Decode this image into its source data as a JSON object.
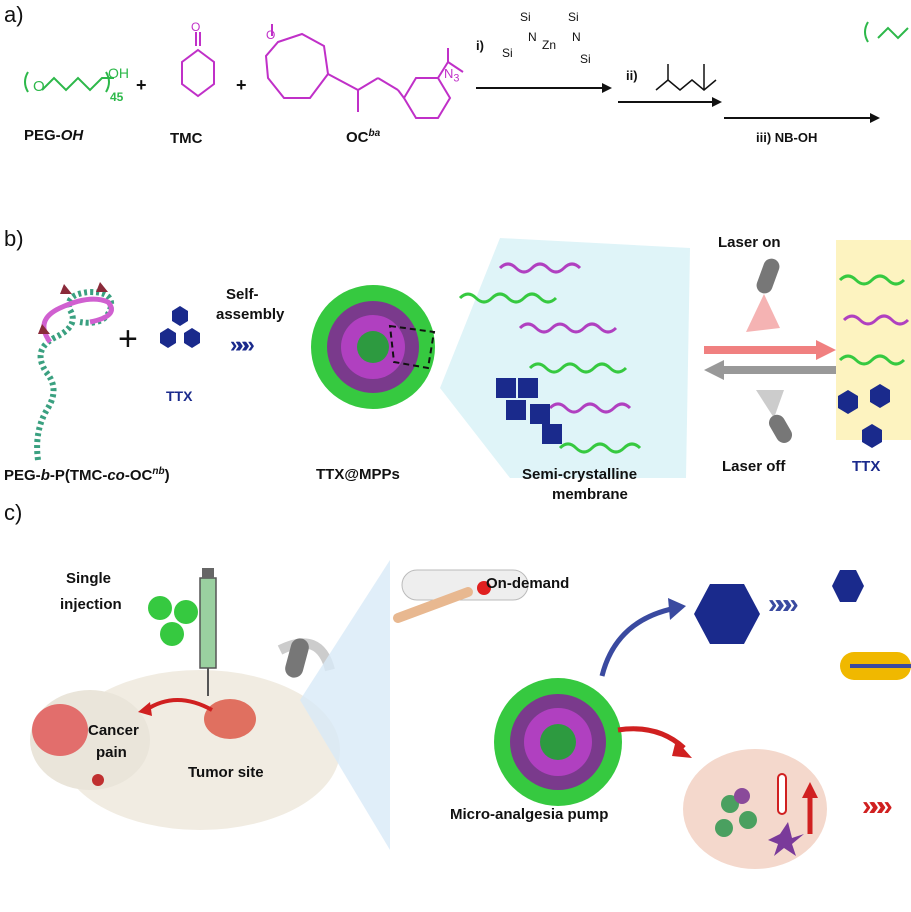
{
  "panels": {
    "a": "a)",
    "b": "b)",
    "c": "c)"
  },
  "panel_a": {
    "peg_label": "PEG-",
    "peg_label_italic": "OH",
    "peg_subscript": "45",
    "peg_oh": "OH",
    "tmc_label": "TMC",
    "oc_label": "OC",
    "oc_superscript": "ba",
    "step_i": "i)",
    "step_ii": "ii)",
    "step_iii": "iii) NB-OH",
    "si_label": "Si",
    "n_label": "N",
    "zn_label": "Zn",
    "azide": "N",
    "azide_sub": "3",
    "colors": {
      "peg": "#2db84a",
      "oc": "#c030c8"
    }
  },
  "panel_b": {
    "polymer_label_1": "PEG-",
    "polymer_label_b": "b",
    "polymer_label_2": "-P(TMC-",
    "polymer_label_co": "co",
    "polymer_label_3": "-OC",
    "polymer_label_sup": "nb",
    "polymer_label_4": ")",
    "ttx": "TTX",
    "self_assembly_1": "Self-",
    "self_assembly_2": "assembly",
    "particle_label": "TTX@MPPs",
    "membrane_label_1": "Semi-crystalline",
    "membrane_label_2": "membrane",
    "laser_on": "Laser on",
    "laser_off": "Laser off",
    "ttx_right": "TTX",
    "colors": {
      "ttx": "#1a2a8c",
      "green": "#36c940",
      "magenta": "#b040c0"
    }
  },
  "panel_c": {
    "single_injection_1": "Single",
    "single_injection_2": "injection",
    "cancer_pain_1": "Cancer",
    "cancer_pain_2": "pain",
    "tumor_site": "Tumor site",
    "on_demand": "On-demand",
    "pump_label": "Micro-analgesia pump"
  }
}
